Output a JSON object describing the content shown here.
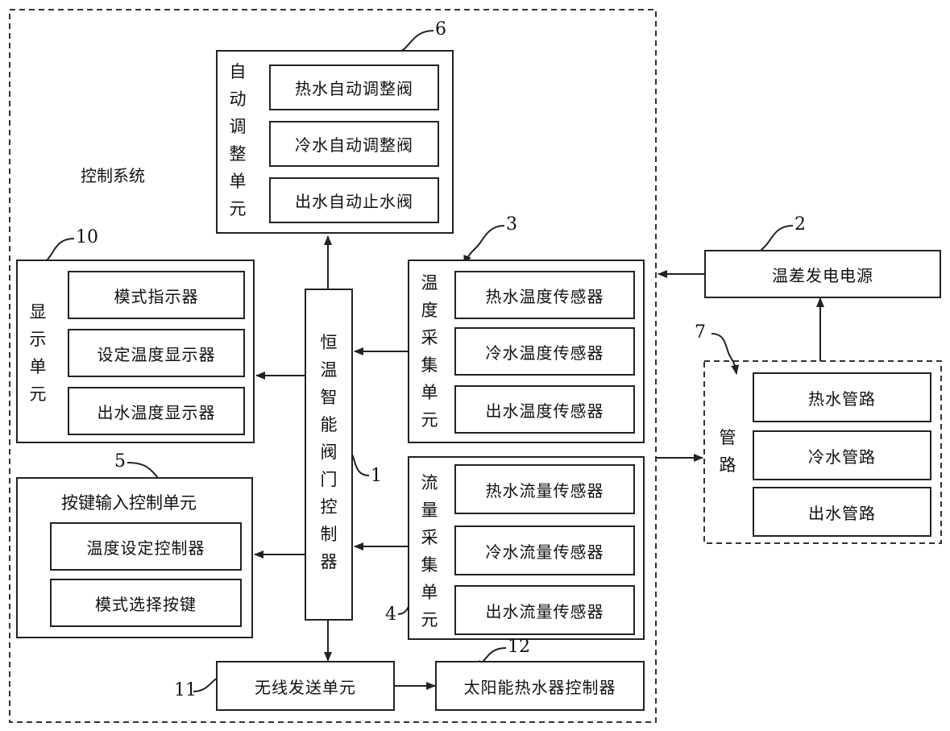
{
  "system_label": "控制系统",
  "controller": {
    "label": "恒\n温\n智\n能\n阀\n门\n控\n制\n器"
  },
  "auto_adjust_unit": {
    "label": "自\n动\n调\n整\n单\n元",
    "items": [
      "热水自动调整阀",
      "冷水自动调整阀",
      "出水自动止水阀"
    ]
  },
  "display_unit": {
    "label": "显\n示\n单\n元",
    "items": [
      "模式指示器",
      "设定温度显示器",
      "出水温度显示器"
    ]
  },
  "temp_collect_unit": {
    "label": "温\n度\n采\n集\n单\n元",
    "items": [
      "热水温度传感器",
      "冷水温度传感器",
      "出水温度传感器"
    ]
  },
  "flow_collect_unit": {
    "label": "流\n量\n采\n集\n单\n元",
    "items": [
      "热水流量传感器",
      "冷水流量传感器",
      "出水流量传感器"
    ]
  },
  "key_input_unit": {
    "label": "按键输入控制单元",
    "items": [
      "温度设定控制器",
      "模式选择按键"
    ]
  },
  "wireless_unit": {
    "label": "无线发送单元"
  },
  "solar_controller": {
    "label": "太阳能热水器控制器"
  },
  "power_source": {
    "label": "温差发电电源"
  },
  "pipes": {
    "label": "管\n路",
    "items": [
      "热水管路",
      "冷水管路",
      "出水管路"
    ]
  },
  "ref_numbers": {
    "controller": "1",
    "power": "2",
    "temp_unit": "3",
    "flow_unit": "4",
    "key_unit": "5",
    "adjust_unit": "6",
    "pipes": "7",
    "display_unit": "10",
    "wireless": "11",
    "solar": "12"
  },
  "colors": {
    "line": "#222222",
    "background": "#ffffff"
  }
}
